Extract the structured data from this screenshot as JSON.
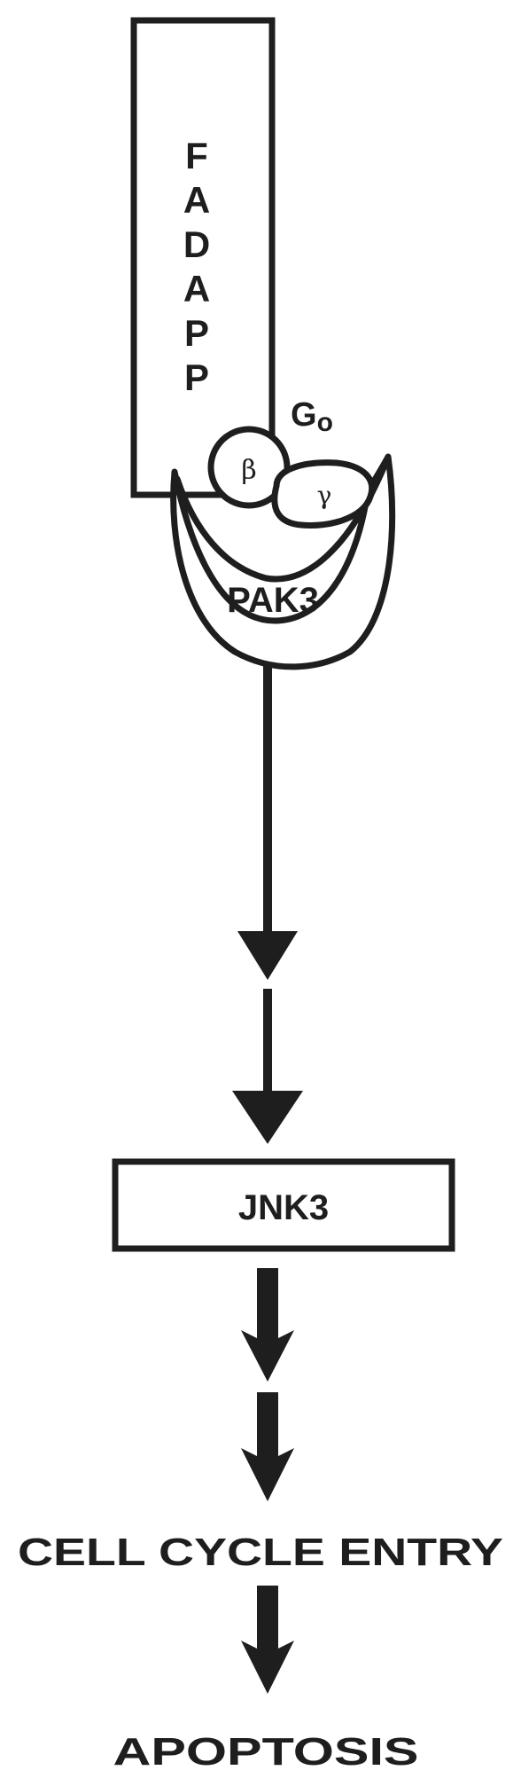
{
  "labels": {
    "receptor": "F A D A P P",
    "g_protein": "Go",
    "beta": "β",
    "gamma": "γ",
    "kinase": "PAK3",
    "jnk": "JNK3",
    "cell_cycle": "CELL CYCLE ENTRY",
    "apoptosis": "APOPTOSIS"
  },
  "receptor_letters": [
    "F",
    "A",
    "D",
    "A",
    "P",
    "P"
  ],
  "colors": {
    "ink": "#1e1e1e",
    "background": "#ffffff"
  }
}
